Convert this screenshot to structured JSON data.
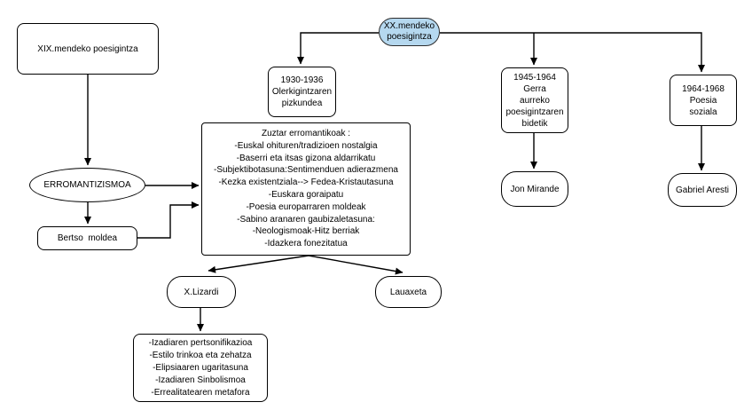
{
  "diagram": {
    "type": "concept-map-flowchart",
    "colors": {
      "highlight_fill": "#b5d8ef",
      "highlight_border": "#2d2d2d",
      "shape_fill": "#ffffff",
      "stroke": "#000000",
      "background": "#ffffff"
    },
    "nodes": {
      "xix": {
        "text": [
          "XIX.mendeko poesigintza"
        ]
      },
      "xx": {
        "text": [
          "XX.mendeko",
          "poesigintza"
        ]
      },
      "pizkundea": {
        "text": [
          "1930-1936",
          "Olerkigintzaren",
          "pizkundea"
        ]
      },
      "gerra": {
        "text": [
          "1945-1964",
          "Gerra",
          "aurreko",
          "poesigintzaren",
          "bidetik"
        ]
      },
      "soziala": {
        "text": [
          "1964-1968",
          "Poesia",
          "soziala"
        ]
      },
      "erromantizismoa": {
        "text": [
          "ERROMANTIZISMOA"
        ]
      },
      "bertso": {
        "text": [
          "Bertso  moldea"
        ]
      },
      "zuztar": {
        "text": [
          "Zuztar erromantikoak :",
          "-Euskal ohituren/tradizioen nostalgia",
          "-Baserri eta itsas gizona aldarrikatu",
          "-Subjektibotasuna:Sentimenduen adierazmena",
          "-Kezka existentziala--> Fedea-Kristautasuna",
          "-Euskara goraipatu",
          "-Poesia europarraren moldeak",
          "-Sabino aranaren gaubizaletasuna:",
          "-Neologismoak-Hitz berriak",
          "-Idazkera fonezitatua"
        ]
      },
      "lizardi": {
        "text": [
          "X.Lizardi"
        ]
      },
      "lauaxeta": {
        "text": [
          "Lauaxeta"
        ]
      },
      "mirande": {
        "text": [
          "Jon Mirande"
        ]
      },
      "aresti": {
        "text": [
          "Gabriel Aresti"
        ]
      },
      "lizardi_traits": {
        "text": [
          "-Izadiaren pertsonifikazioa",
          "-Estilo trinkoa eta zehatza",
          "-Elipsiaaren ugaritasuna",
          "-Izadiaren Sinbolismoa",
          "-Errealitatearen metafora"
        ]
      }
    },
    "edges": [
      {
        "from": "xix",
        "to": "erromantizismoa"
      },
      {
        "from": "erromantizismoa",
        "to": "zuztar"
      },
      {
        "from": "erromantizismoa",
        "to": "bertso"
      },
      {
        "from": "bertso",
        "to": "zuztar"
      },
      {
        "from": "xx",
        "to": "pizkundea"
      },
      {
        "from": "xx",
        "to": "gerra"
      },
      {
        "from": "xx",
        "to": "soziala"
      },
      {
        "from": "gerra",
        "to": "mirande"
      },
      {
        "from": "soziala",
        "to": "aresti"
      },
      {
        "from": "zuztar",
        "to": "lizardi"
      },
      {
        "from": "zuztar",
        "to": "lauaxeta"
      },
      {
        "from": "lizardi",
        "to": "lizardi_traits"
      }
    ]
  }
}
